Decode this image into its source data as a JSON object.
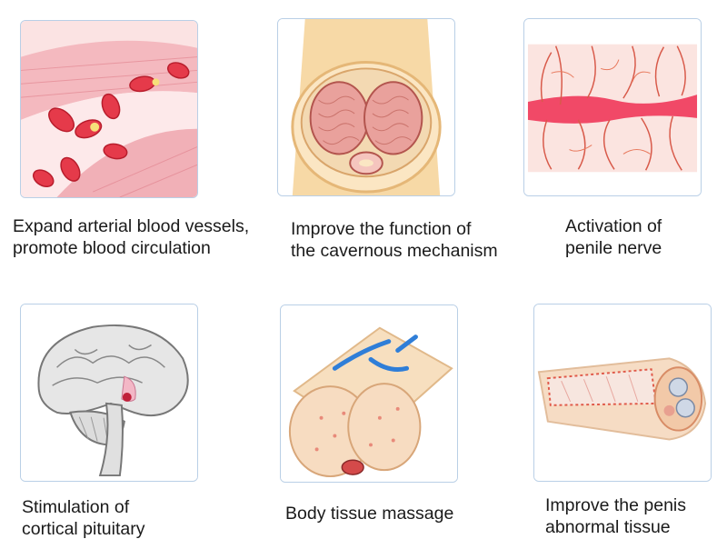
{
  "items": [
    {
      "name": "blood-vessels",
      "lines": [
        "Expand arterial blood vessels,",
        "promote blood circulation"
      ]
    },
    {
      "name": "cavernous",
      "lines": [
        "Improve the function of",
        "the cavernous mechanism"
      ]
    },
    {
      "name": "nerve",
      "lines": [
        "Activation of",
        "penile nerve"
      ]
    },
    {
      "name": "pituitary",
      "lines": [
        "Stimulation of",
        "cortical pituitary"
      ]
    },
    {
      "name": "massage",
      "lines": [
        "Body tissue massage"
      ]
    },
    {
      "name": "abnormal-tissue",
      "lines": [
        "Improve the penis",
        "abnormal tissue"
      ]
    }
  ]
}
